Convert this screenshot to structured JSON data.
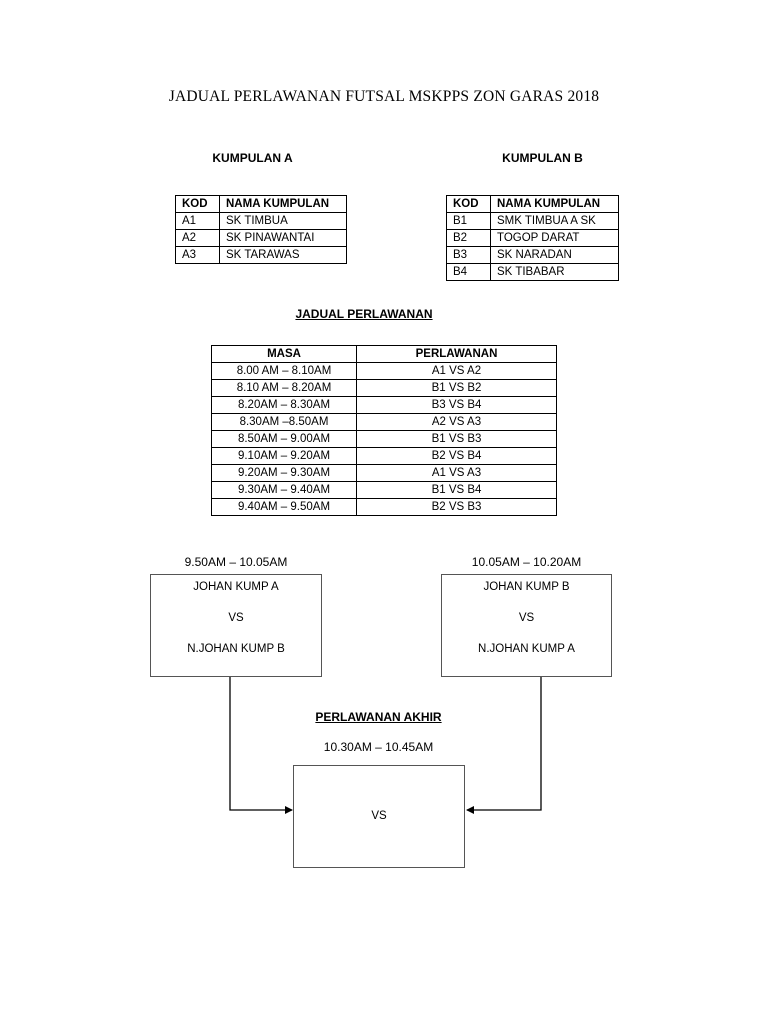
{
  "title": "JADUAL PERLAWANAN FUTSAL MSKPPS ZON GARAS 2018",
  "group_a": {
    "heading": "KUMPULAN A",
    "headers": [
      "KOD",
      "NAMA KUMPULAN"
    ],
    "rows": [
      {
        "kod": "A1",
        "nama": "SK TIMBUA"
      },
      {
        "kod": "A2",
        "nama": "SK PINAWANTAI"
      },
      {
        "kod": "A3",
        "nama": "SK TARAWAS"
      }
    ]
  },
  "group_b": {
    "heading": "KUMPULAN B",
    "headers": [
      "KOD",
      "NAMA KUMPULAN"
    ],
    "rows": [
      {
        "kod": "B1",
        "nama": "SMK TIMBUA A SK"
      },
      {
        "kod": "B2",
        "nama": "TOGOP DARAT"
      },
      {
        "kod": "B3",
        "nama": "SK NARADAN"
      },
      {
        "kod": "B4",
        "nama": "SK TIBABAR"
      }
    ]
  },
  "schedule": {
    "heading": "JADUAL PERLAWANAN",
    "headers": [
      "MASA",
      "PERLAWANAN"
    ],
    "rows": [
      {
        "masa": "8.00 AM – 8.10AM",
        "perlawanan": "A1 VS A2"
      },
      {
        "masa": "8.10 AM – 8.20AM",
        "perlawanan": "B1 VS B2"
      },
      {
        "masa": "8.20AM – 8.30AM",
        "perlawanan": "B3 VS B4"
      },
      {
        "masa": "8.30AM –8.50AM",
        "perlawanan": "A2 VS A3"
      },
      {
        "masa": "8.50AM – 9.00AM",
        "perlawanan": "B1 VS B3"
      },
      {
        "masa": "9.10AM – 9.20AM",
        "perlawanan": "B2 VS B4"
      },
      {
        "masa": "9.20AM – 9.30AM",
        "perlawanan": "A1 VS A3"
      },
      {
        "masa": "9.30AM – 9.40AM",
        "perlawanan": "B1 VS B4"
      },
      {
        "masa": "9.40AM – 9.50AM",
        "perlawanan": "B2 VS B3"
      }
    ]
  },
  "semi_left": {
    "time": "9.50AM – 10.05AM",
    "team1": "JOHAN KUMP A",
    "vs": "VS",
    "team2": "N.JOHAN KUMP B"
  },
  "semi_right": {
    "time": "10.05AM – 10.20AM",
    "team1": "JOHAN KUMP B",
    "vs": "VS",
    "team2": "N.JOHAN KUMP A"
  },
  "final": {
    "heading": "PERLAWANAN AKHIR",
    "time": "10.30AM – 10.45AM",
    "vs": "VS"
  }
}
